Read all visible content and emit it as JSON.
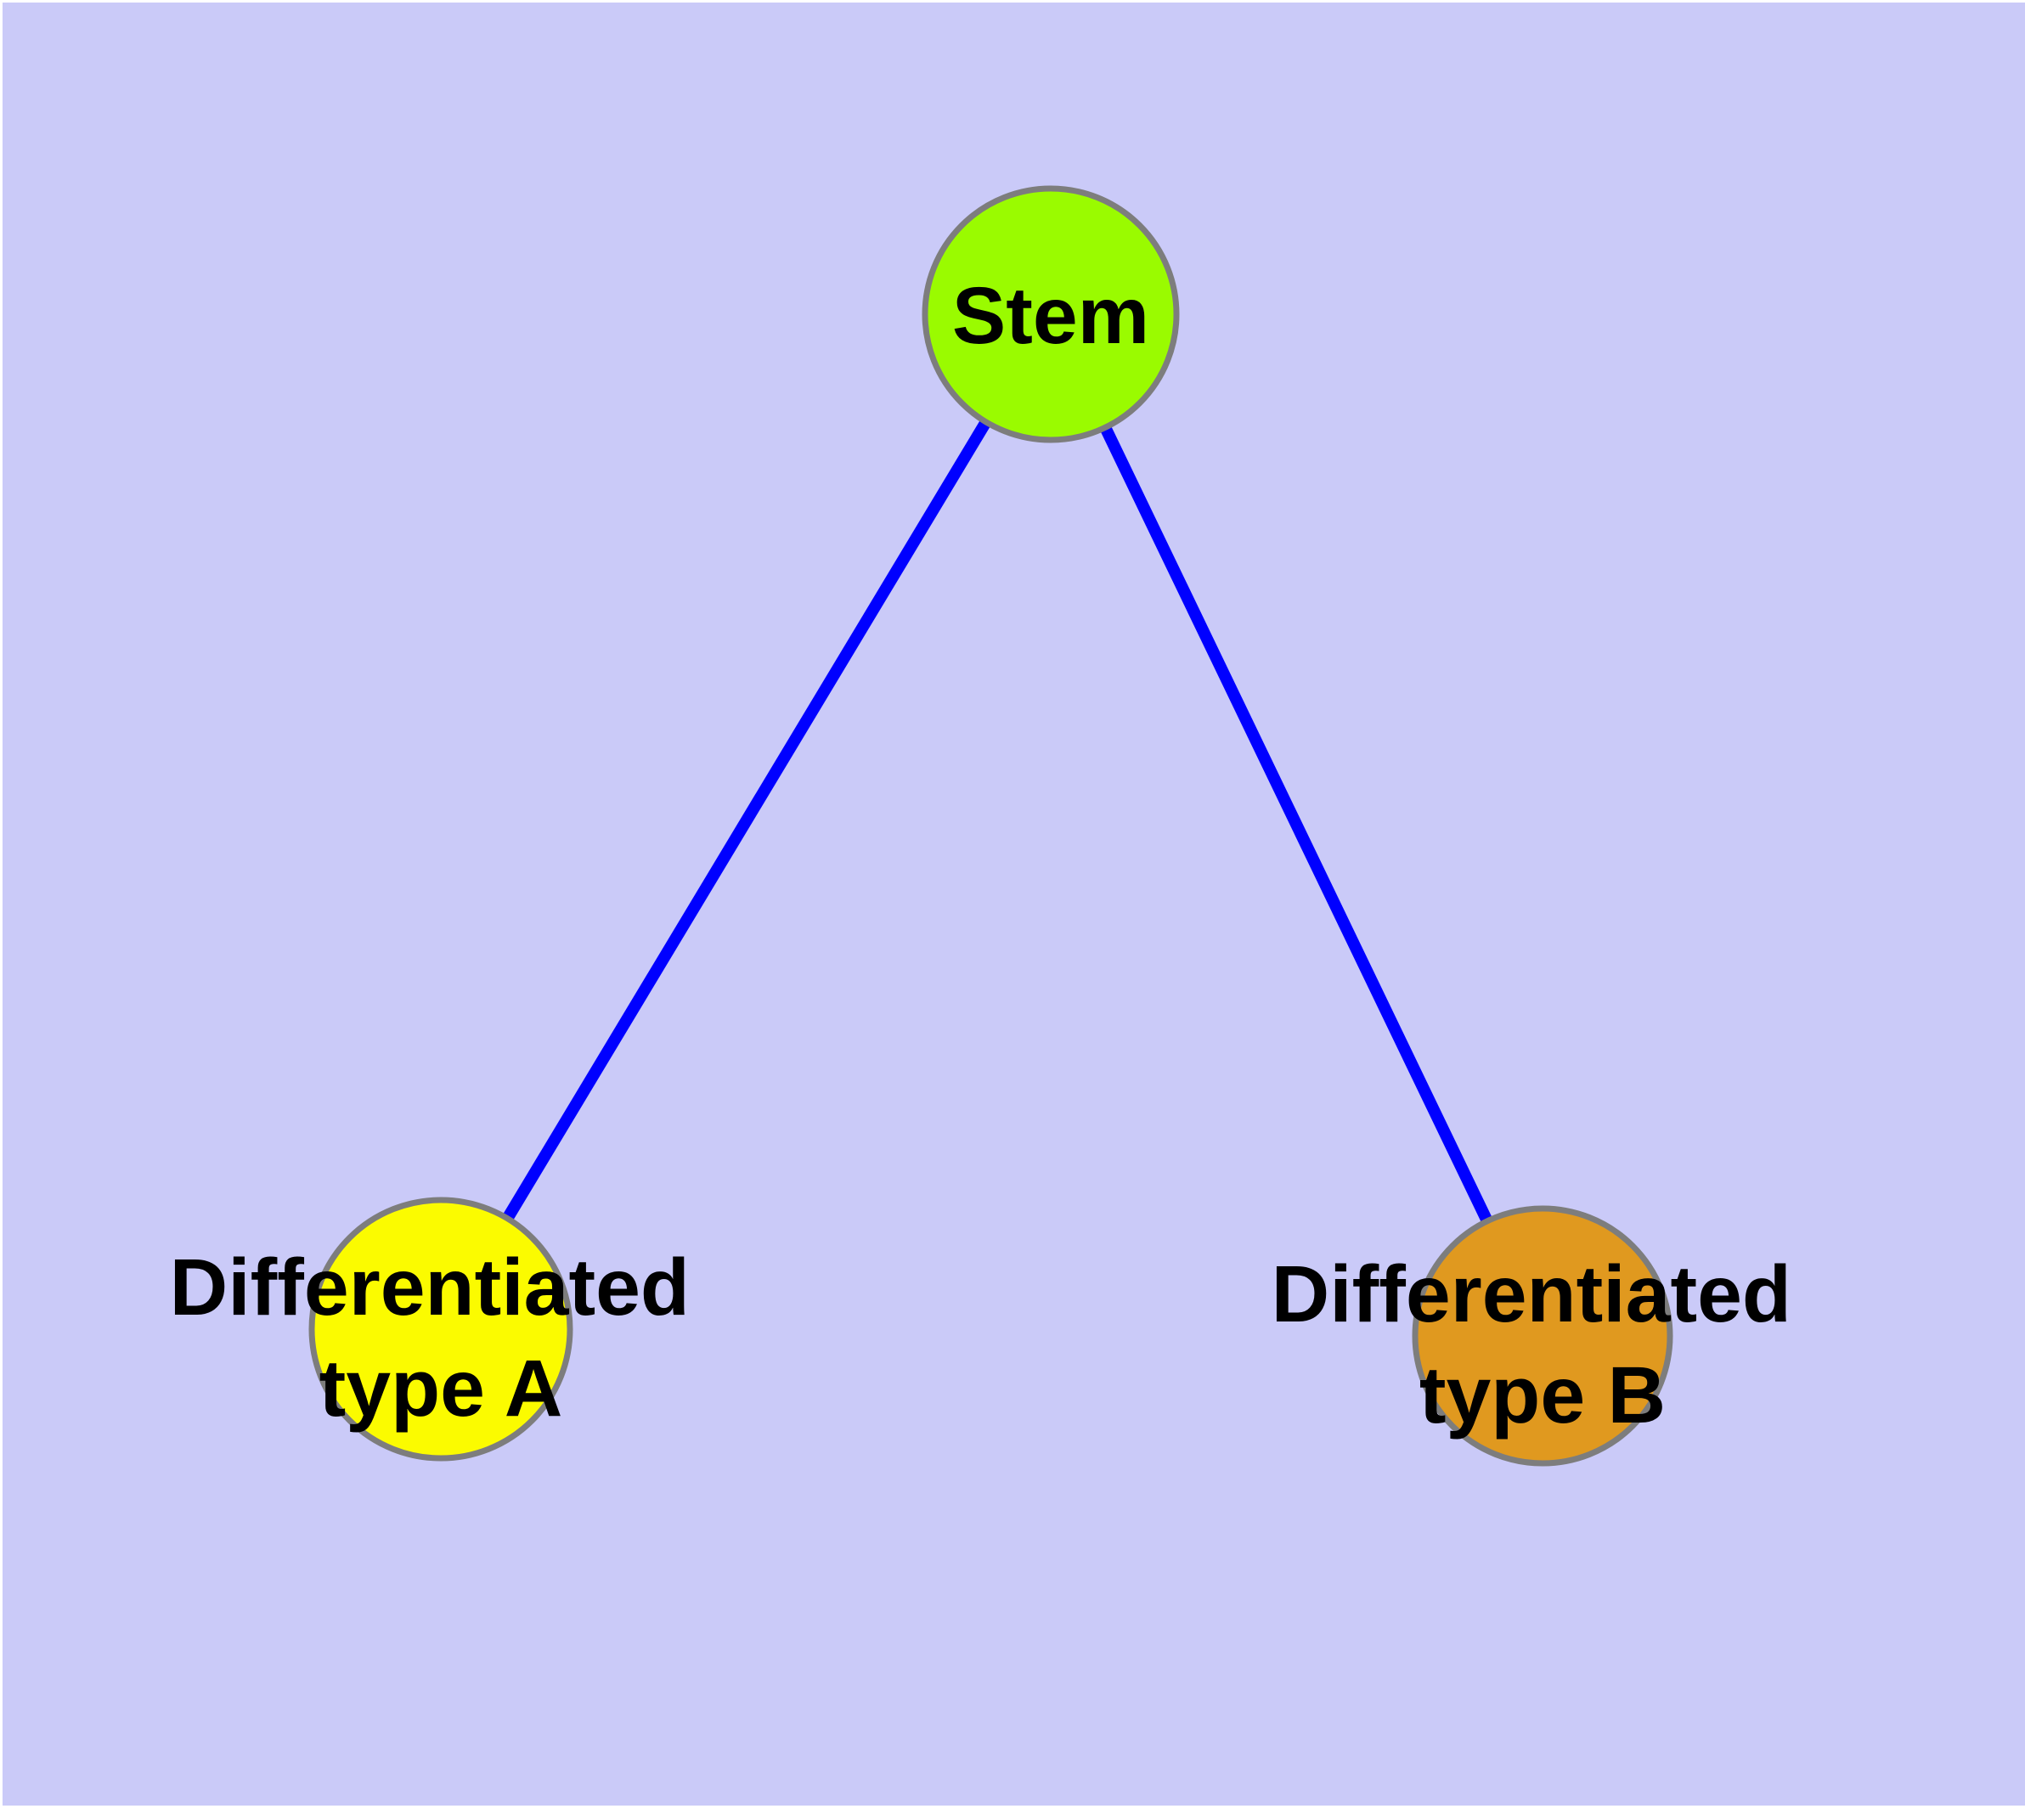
{
  "diagram": {
    "type": "graph",
    "background_color": "#cacaf8",
    "node_border_color": "#7d7d7d",
    "label_color": "#000000",
    "nodes": [
      {
        "id": "stem",
        "label": "Stem",
        "label_lines": [
          "Stem"
        ],
        "color": "#9afb00"
      },
      {
        "id": "differentiated-type-a",
        "label": "Differentiated type A",
        "label_lines": [
          "Differentiated",
          "type A"
        ],
        "color": "#fbfb00"
      },
      {
        "id": "differentiated-type-b",
        "label": "Differentiated type B",
        "label_lines": [
          "Differentiated",
          "type B"
        ],
        "color": "#e0991f"
      }
    ],
    "edges": [
      {
        "from": "Stem",
        "to": "Differentiated type A",
        "color": "#0000ff"
      },
      {
        "from": "Stem",
        "to": "Differentiated type B",
        "color": "#0000ff"
      }
    ]
  }
}
